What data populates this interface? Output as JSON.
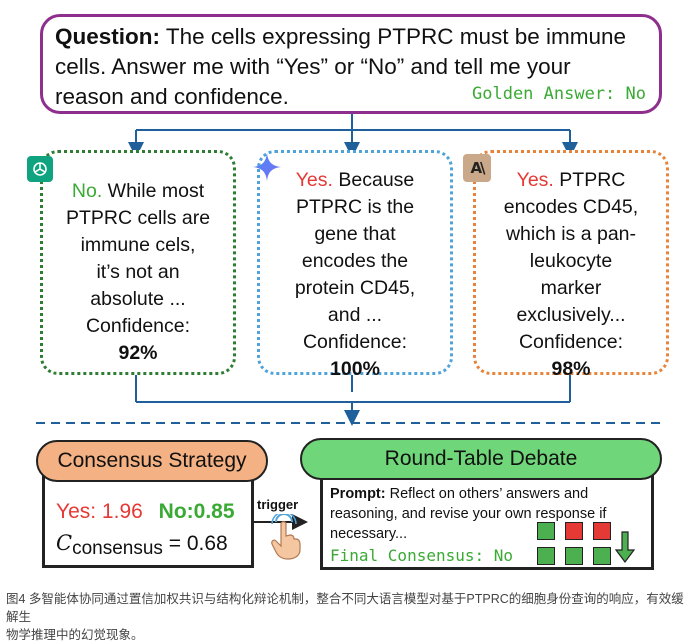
{
  "question": {
    "label": "Question:",
    "line1_rest": " The cells expressing PTPRC must be immune",
    "line2": "cells. Answer me with “Yes” or “No” and tell me your",
    "line3": "reason and confidence.",
    "golden_answer": "Golden Answer: No"
  },
  "agents": [
    {
      "logo_icon": "openai-logo-icon",
      "answer": "No.",
      "answer_color": "#3aaa35",
      "lines": [
        "While most",
        "PTPRC cells are",
        "immune cels,",
        "it’s not an",
        "absolute ..."
      ],
      "confidence_label": "Confidence:",
      "confidence_value": "92%",
      "border_color": "#2e7d32"
    },
    {
      "logo_icon": "gemini-sparkle-icon",
      "answer": "Yes.",
      "answer_color": "#e53935",
      "lines": [
        "Because",
        "PTPRC is the",
        "gene that",
        "encodes the",
        "protein CD45,",
        "and ..."
      ],
      "confidence_label": "Confidence:",
      "confidence_value": "100%",
      "border_color": "#4fa3d9"
    },
    {
      "logo_icon": "anthropic-logo-icon",
      "answer": "Yes.",
      "answer_color": "#e53935",
      "lines": [
        "PTPRC",
        "encodes CD45,",
        "which is a pan-",
        "leukocyte",
        "marker",
        "exclusively..."
      ],
      "confidence_label": "Confidence:",
      "confidence_value": "98%",
      "border_color": "#e8833a"
    }
  ],
  "consensus": {
    "title": "Consensus Strategy",
    "yes_score": "Yes: 1.96",
    "no_score": "No:0.85",
    "formula_symbol": "C",
    "formula_sub": "consensus",
    "formula_value": " = 0.68",
    "title_color": "#f4b183"
  },
  "trigger": {
    "label": "trigger",
    "icon": "pointer-hand-icon"
  },
  "debate": {
    "title": "Round-Table Debate",
    "prompt_label": "Prompt:",
    "prompt_line1": " Reflect on others’ answers and",
    "prompt_line2": "reasoning, and revise your own response if",
    "prompt_line3": "necessary...",
    "final": "Final Consensus: No",
    "title_color": "#6fd67a",
    "squares_top": [
      "#4caf50",
      "#e53935",
      "#e53935"
    ],
    "squares_bottom": [
      "#4caf50",
      "#4caf50",
      "#4caf50"
    ],
    "down_arrow_icon": "down-arrow-icon"
  },
  "caption": {
    "line1": "图4 多智能体协同通过置信加权共识与结构化辩论机制，整合不同大语言模型对基于PTPRC的细胞身份查询的响应，有效缓解生",
    "line2": "物学推理中的幻觉现象。"
  }
}
